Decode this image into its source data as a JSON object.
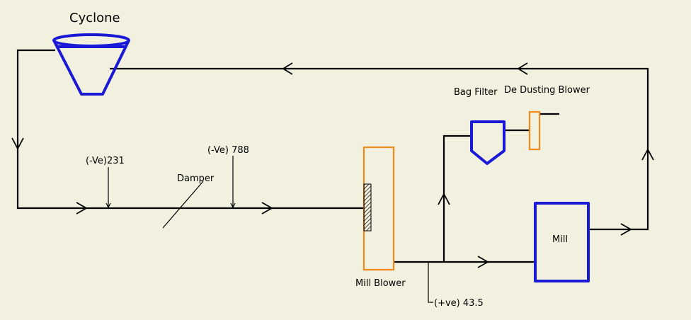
{
  "labels": {
    "cyclone": "Cyclone",
    "bag_filter": "Bag Filter",
    "de_dusting_blower": "De Dusting Blower",
    "neg_231": "(-Ve)231",
    "neg_788": "(-Ve) 788",
    "damper": "Damper",
    "mill_blower": "Mill Blower",
    "mill": "Mill",
    "pos_43_5": "(+ve) 43.5"
  },
  "colors": {
    "background": "#f2f1e0",
    "equipment_blue": "#1a1ad6",
    "equipment_orange": "#f08a1c",
    "line": "#000000"
  }
}
